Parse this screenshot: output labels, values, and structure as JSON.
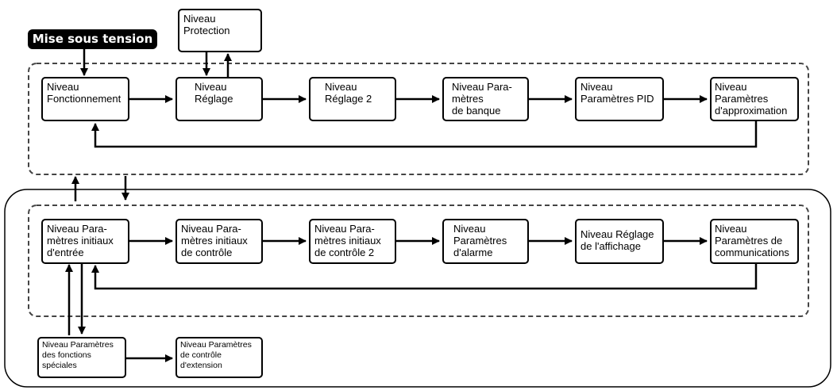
{
  "power_on": "Mise sous tension",
  "protection": "Niveau\nProtection",
  "top_row": [
    "Niveau\nFonctionnement",
    "Niveau\nRéglage",
    "Niveau\nRéglage 2",
    "Niveau Para-\nmètres\nde banque",
    "Niveau\nParamètres PID",
    "Niveau\nParamètres\nd'approximation"
  ],
  "bottom_row": [
    "Niveau Para-\nmètres initiaux\nd'entrée",
    "Niveau Para-\nmètres initiaux\nde contrôle",
    "Niveau Para-\nmètres initiaux\nde contrôle 2",
    "Niveau\nParamètres\nd'alarme",
    "Niveau Réglage\nde l'affichage",
    "Niveau\nParamètres de\ncommunications"
  ],
  "special": [
    "Niveau Paramètres\ndes fonctions\nspéciales",
    "Niveau Paramètres\nde contrôle\nd'extension"
  ],
  "colors": {
    "line": "#000000",
    "background": "#ffffff"
  }
}
